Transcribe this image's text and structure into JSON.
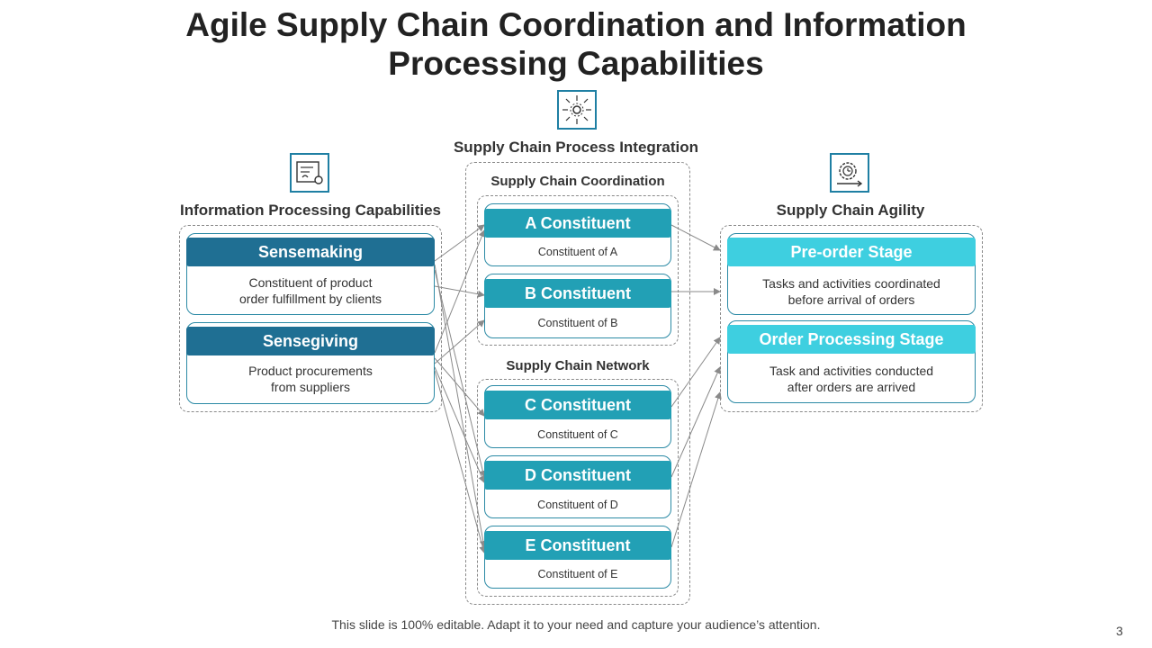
{
  "title": "Agile Supply Chain Coordination and Information Processing Capabilities",
  "center": {
    "title": "Supply Chain Process Integration",
    "coordination": {
      "title": "Supply Chain Coordination",
      "items": [
        {
          "label": "A Constituent",
          "desc": "Constituent of A"
        },
        {
          "label": "B Constituent",
          "desc": "Constituent of B"
        }
      ]
    },
    "network": {
      "title": "Supply Chain Network",
      "items": [
        {
          "label": "C Constituent",
          "desc": "Constituent of C"
        },
        {
          "label": "D Constituent",
          "desc": "Constituent of D"
        },
        {
          "label": "E Constituent",
          "desc": "Constituent of E"
        }
      ]
    }
  },
  "left": {
    "title": "Information Processing Capabilities",
    "items": [
      {
        "label": "Sensemaking",
        "desc1": "Constituent of product",
        "desc2": "order fulfillment by clients"
      },
      {
        "label": "Sensegiving",
        "desc1": "Product procurements",
        "desc2": "from suppliers"
      }
    ]
  },
  "right": {
    "title": "Supply Chain Agility",
    "items": [
      {
        "label": "Pre-order Stage",
        "desc1": "Tasks and activities coordinated",
        "desc2": "before arrival of orders"
      },
      {
        "label": "Order Processing Stage",
        "desc1": "Task and activities conducted",
        "desc2": "after orders are arrived"
      }
    ]
  },
  "icons": {
    "center": "network-gear-icon",
    "left": "document-gear-icon",
    "right": "clock-gear-icon"
  },
  "colors": {
    "dark_blue": "#1f6f93",
    "teal": "#22a0b5",
    "cyan": "#3ecfe0",
    "border": "#2b8aa5"
  },
  "footer": "This slide is 100% editable. Adapt it to your need and capture your audience’s attention.",
  "page_number": "3"
}
